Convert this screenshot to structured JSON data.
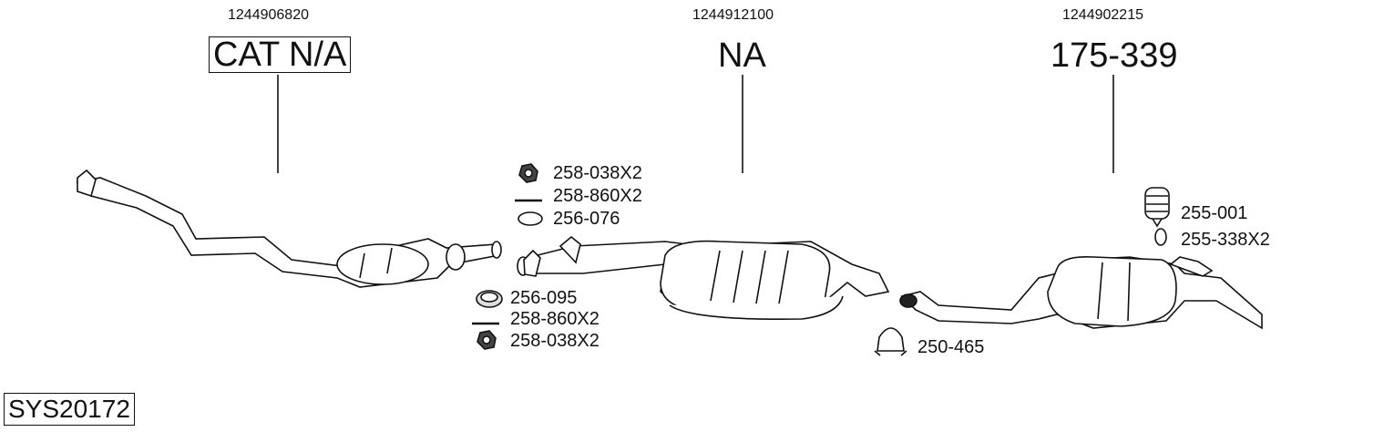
{
  "diagram_code": "SYS20172",
  "sections": [
    {
      "oe_number": "1244906820",
      "part": "CAT N/A"
    },
    {
      "oe_number": "1244912100",
      "part": "NA"
    },
    {
      "oe_number": "1244902215",
      "part": "175-339"
    }
  ],
  "accessories": [
    {
      "icon": "nut-icon",
      "label": "258-038X2"
    },
    {
      "icon": "bolt-icon",
      "label": "258-860X2"
    },
    {
      "icon": "ring-icon",
      "label": "256-076"
    },
    {
      "icon": "gasket-icon",
      "label": "256-095"
    },
    {
      "icon": "bolt-icon",
      "label": "258-860X2"
    },
    {
      "icon": "nut-icon",
      "label": "258-038X2"
    },
    {
      "icon": "clamp-icon",
      "label": "250-465"
    },
    {
      "icon": "rubber-mount-icon",
      "label": "255-001"
    },
    {
      "icon": "rubber-ring-icon",
      "label": "255-338X2"
    }
  ]
}
